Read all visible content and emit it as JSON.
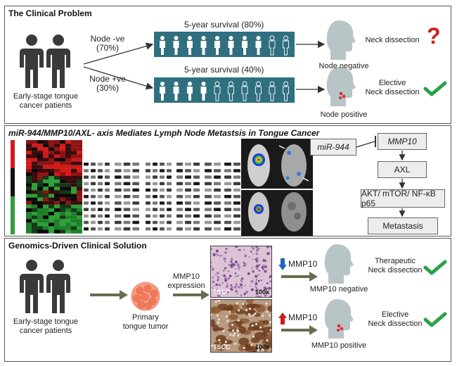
{
  "panel1": {
    "title": "The Clinical Problem",
    "patients_label_line1": "Early-stage tongue",
    "patients_label_line2": "cancer patients",
    "branch_neg_line1": "Node -ve",
    "branch_neg_line2": "(70%)",
    "branch_pos_line1": "Node +ve",
    "branch_pos_line2": "(30%)",
    "survival_neg": "5-year survival (80%)",
    "survival_pos": "5-year survival (40%)",
    "node_negative": "Node negative",
    "node_positive": "Node positive",
    "outcome_neg": "Neck dissection",
    "outcome_pos_line1": "Elective",
    "outcome_pos_line2": "Neck dissection",
    "question_mark": "?"
  },
  "panel2": {
    "title": "miR-944/MMP10/AXL- axis Mediates Lymph Node Metastsis in Tongue Cancer",
    "flow": {
      "mir": "miR-944",
      "mmp10": "MMP10",
      "axl": "AXL",
      "akt": "AKT/ mTOR/ NF-κB p65",
      "metastasis": "Metastasis"
    },
    "heatmap_colors": [
      "#2a8a2a",
      "#1a3a1a",
      "#000000",
      "#5a1010",
      "#d21a1a"
    ]
  },
  "panel3": {
    "title": "Genomics-Driven Clinical Solution",
    "patients_label_line1": "Early-stage tongue",
    "patients_label_line2": "cancer patients",
    "tumor_line1": "Primary",
    "tumor_line2": "tongue tumor",
    "expression_line1": "MMP10",
    "expression_line2": "expression",
    "mmp10_low": "MMP10",
    "mmp10_high": "MMP10",
    "micro_label": "TSCC",
    "micro_mag": "100x",
    "mmp10_negative": "MMP10 negative",
    "mmp10_positive": "MMP10 positive",
    "outcome_neg_line1": "Therapeutic",
    "outcome_neg_line2": "Neck dissection",
    "outcome_pos_line1": "Elective",
    "outcome_pos_line2": "Neck dissection"
  },
  "colors": {
    "person_dark": "#3a3a3a",
    "survival_bar": "#2f6f7f",
    "arrow_olive": "#6b6b4e",
    "check_green": "#2aa14a",
    "question_red": "#cc1f1f",
    "down_arrow_blue": "#1f66c2",
    "up_arrow_red": "#c81e1e",
    "head_gray": "#b7c5c7"
  }
}
